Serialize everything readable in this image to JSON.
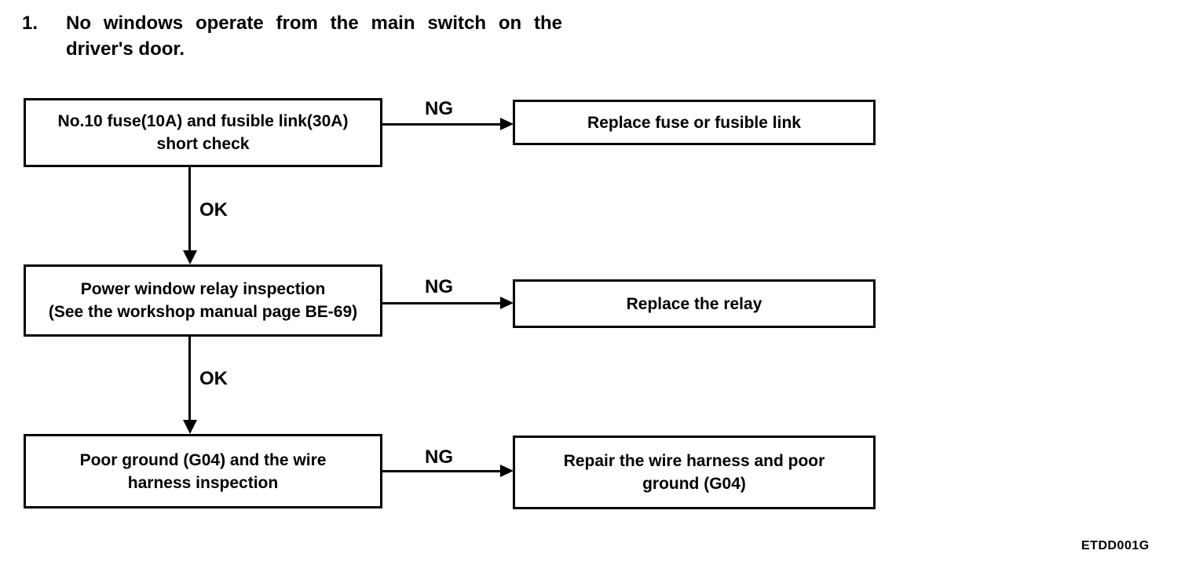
{
  "page": {
    "background_color": "#ffffff",
    "ink_color": "#000000",
    "figure_code": "ETDD001G"
  },
  "title": {
    "number": "1.",
    "line1": "No windows operate from the main switch on the",
    "line2": "driver's door."
  },
  "flow": {
    "rows": [
      {
        "check": {
          "line1": "No.10 fuse(10A) and fusible link(30A)",
          "line2": "short check"
        },
        "fail_label": "NG",
        "action": {
          "line1": "Replace fuse or fusible link",
          "line2": ""
        },
        "pass_label": "OK"
      },
      {
        "check": {
          "line1": "Power window relay inspection",
          "line2": "(See the workshop manual page BE-69)"
        },
        "fail_label": "NG",
        "action": {
          "line1": "Replace the relay",
          "line2": ""
        },
        "pass_label": "OK"
      },
      {
        "check": {
          "line1": "Poor ground (G04) and the wire",
          "line2": "harness inspection"
        },
        "fail_label": "NG",
        "action": {
          "line1": "Repair the wire harness and poor",
          "line2": "ground (G04)"
        }
      }
    ]
  }
}
